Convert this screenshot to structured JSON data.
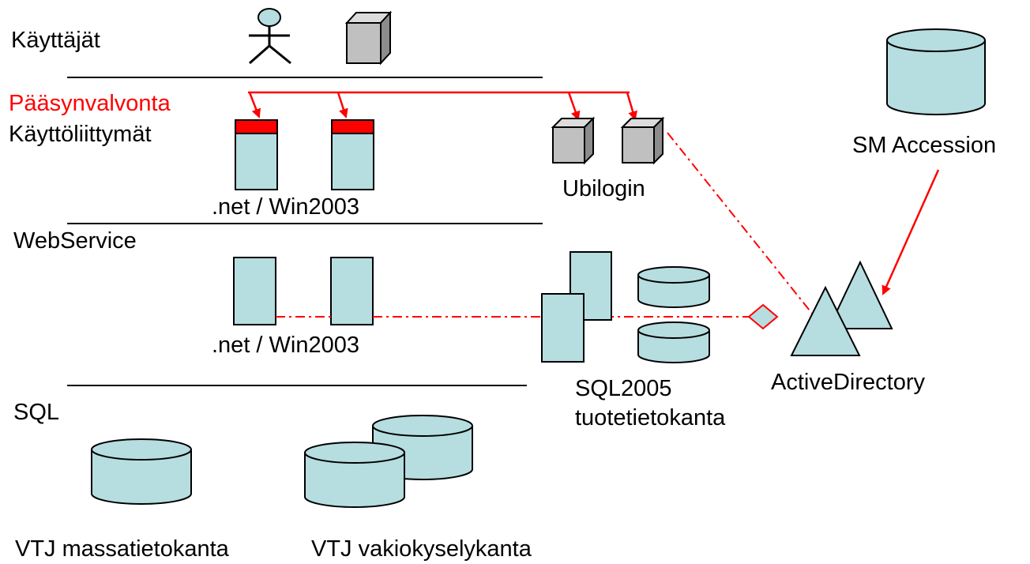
{
  "layers": {
    "users": "Käyttäjät",
    "access_control": "Pääsynvalvonta",
    "user_interfaces": "Käyttöliittymät",
    "webservice": "WebService",
    "sql": "SQL"
  },
  "labels": {
    "ui_servers": ".net / Win2003",
    "ws_servers": ".net / Win2003",
    "ubilogin": "Ubilogin",
    "sm_accession": "SM Accession",
    "active_directory": "ActiveDirectory",
    "sql2005_line1": "SQL2005",
    "sql2005_line2": "tuotetietokanta",
    "vtj_mass": "VTJ massatietokanta",
    "vtj_standard": "VTJ vakiokyselykanta"
  },
  "colors": {
    "shape_fill": "#b6dde0",
    "access_red": "#ff0000",
    "device_grey": "#c0c0c0"
  }
}
